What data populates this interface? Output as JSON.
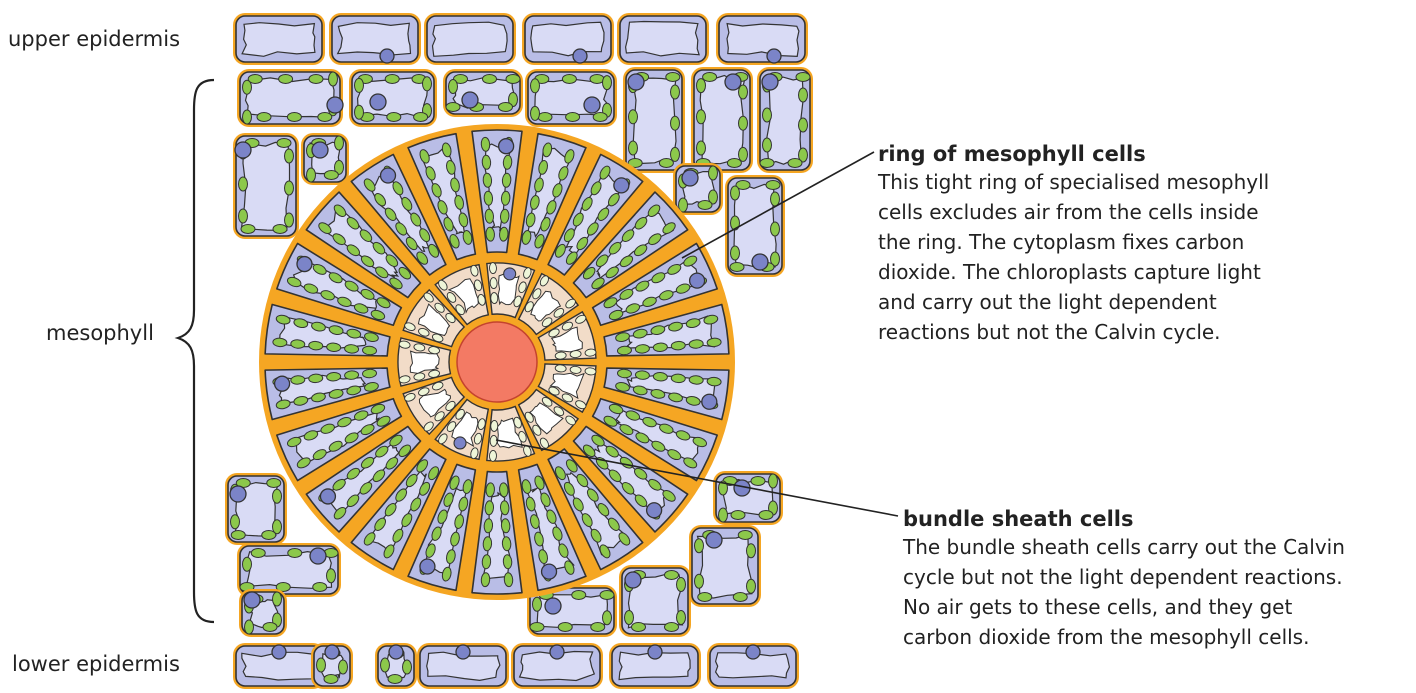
{
  "labels": {
    "upper_epidermis": "upper epidermis",
    "mesophyll": "mesophyll",
    "lower_epidermis": "lower epidermis"
  },
  "callouts": {
    "ring": {
      "title": "ring of mesophyll cells",
      "lines": [
        "This tight ring of specialised mesophyll",
        "cells excludes air from the cells inside",
        "the ring. The cytoplasm fixes carbon",
        "dioxide. The chloroplasts capture light",
        "and carry out the light dependent",
        "reactions but not the Calvin cycle."
      ]
    },
    "bundle": {
      "title": "bundle sheath cells",
      "lines": [
        "The bundle sheath cells carry out the Calvin",
        "cycle but not the light dependent reactions.",
        "No air gets to these cells, and they get",
        "carbon dioxide from the mesophyll cells."
      ]
    }
  },
  "colors": {
    "cell_wall": "#f5a623",
    "cytoplasm": "#b9bde6",
    "vacuole": "#d9dbf5",
    "chloroplast": "#8cc84b",
    "nucleus": "#7b84c8",
    "bundle_sheath": "#f2dcc8",
    "bundle_chloroplast": "#eef5d8",
    "vein": "#f37a64",
    "outline": "#333333"
  }
}
